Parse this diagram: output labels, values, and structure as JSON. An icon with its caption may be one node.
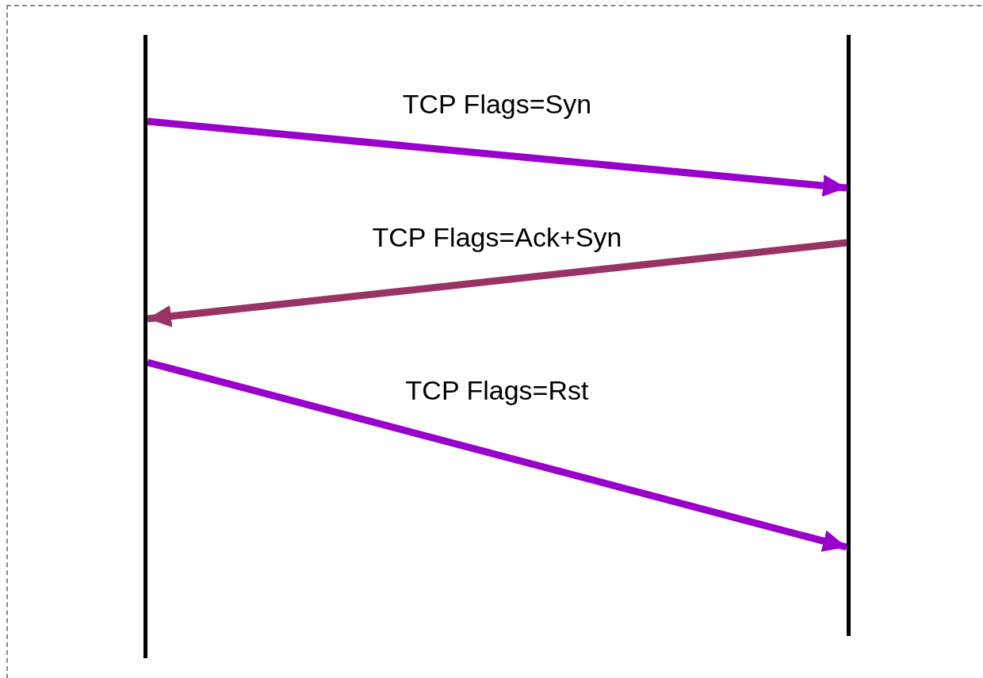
{
  "diagram": {
    "nodes": [
      {
        "text": [],
        "shape": "bar"
      },
      {
        "text": [],
        "shape": "bar"
      }
    ],
    "edges": [
      {
        "from": 0,
        "to": 1,
        "arrow": "to",
        "label": "TCP Flags=Syn"
      },
      {
        "from": 1,
        "to": 0,
        "arrow": "to",
        "label": "TCP Flags=Ack+Syn",
        "color": "#993366"
      },
      {
        "from": 0,
        "to": 1,
        "arrow": "to",
        "label": "TCP Flags=Rst"
      }
    ]
  }
}
